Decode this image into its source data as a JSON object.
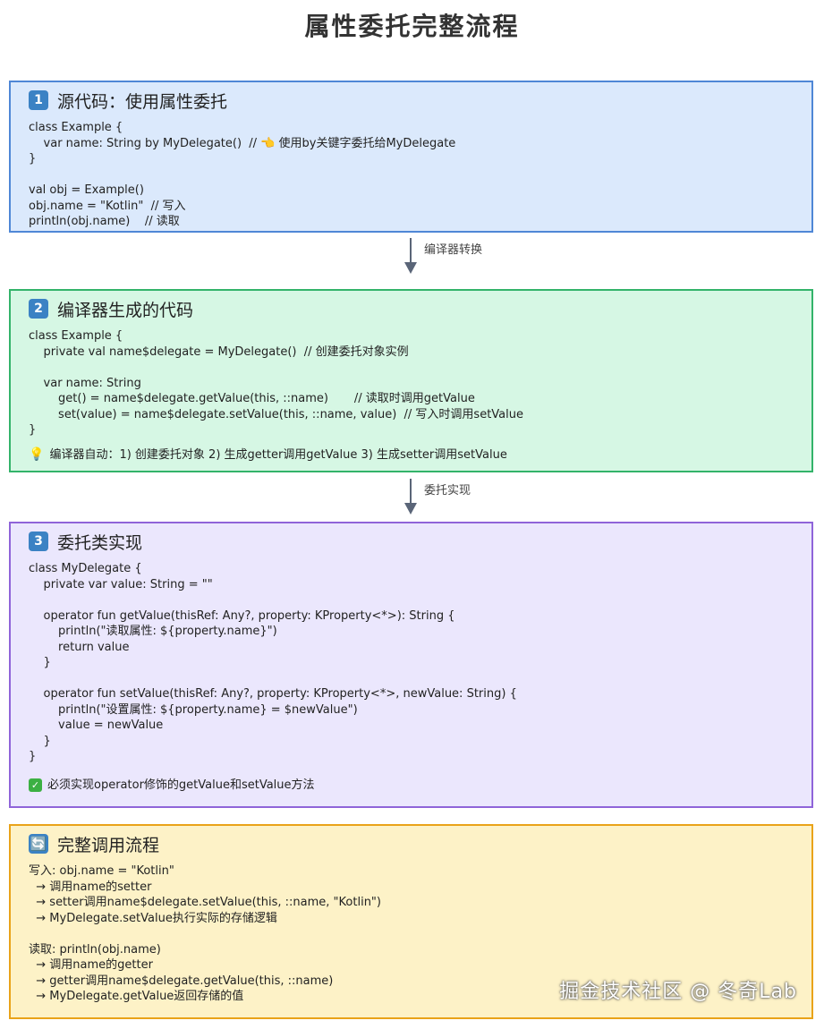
{
  "title": "属性委托完整流程",
  "sections": [
    {
      "badge": "1",
      "heading": "源代码：使用属性委托",
      "code": "class Example {\n    var name: String by MyDelegate()  // 👈 使用by关键字委托给MyDelegate\n}\n\nval obj = Example()\nobj.name = \"Kotlin\"  // 写入\nprintln(obj.name)    // 读取",
      "color": "#4f87d6"
    },
    {
      "badge": "2",
      "heading": "编译器生成的代码",
      "code": "class Example {\n    private val name$delegate = MyDelegate()  // 创建委托对象实例\n\n    var name: String\n        get() = name$delegate.getValue(this, ::name)       // 读取时调用getValue\n        set(value) = name$delegate.setValue(this, ::name, value)  // 写入时调用setValue\n}",
      "note": "编译器自动：1) 创建委托对象  2) 生成getter调用getValue  3) 生成setter调用setValue",
      "note_icon": "💡",
      "color": "#33b36a"
    },
    {
      "badge": "3",
      "heading": "委托类实现",
      "code": "class MyDelegate {\n    private var value: String = \"\"\n\n    operator fun getValue(thisRef: Any?, property: KProperty<*>): String {\n        println(\"读取属性: ${property.name}\")\n        return value\n    }\n\n    operator fun setValue(thisRef: Any?, property: KProperty<*>, newValue: String) {\n        println(\"设置属性: ${property.name} = $newValue\")\n        value = newValue\n    }\n}",
      "note": "必须实现operator修饰的getValue和setValue方法",
      "note_icon": "✓",
      "color": "#8f64d9"
    },
    {
      "badge": "🔄",
      "heading": "完整调用流程",
      "code": "写入: obj.name = \"Kotlin\"\n  → 调用name的setter\n  → setter调用name$delegate.setValue(this, ::name, \"Kotlin\")\n  → MyDelegate.setValue执行实际的存储逻辑\n\n读取: println(obj.name)\n  → 调用name的getter\n  → getter调用name$delegate.getValue(this, ::name)\n  → MyDelegate.getValue返回存储的值",
      "color": "#e9a319"
    }
  ],
  "connectors": [
    {
      "label": "编译器转换"
    },
    {
      "label": "委托实现"
    }
  ],
  "watermark": "掘金技术社区 @ 冬奇Lab",
  "colors": {
    "arrow": "#5a6578"
  }
}
